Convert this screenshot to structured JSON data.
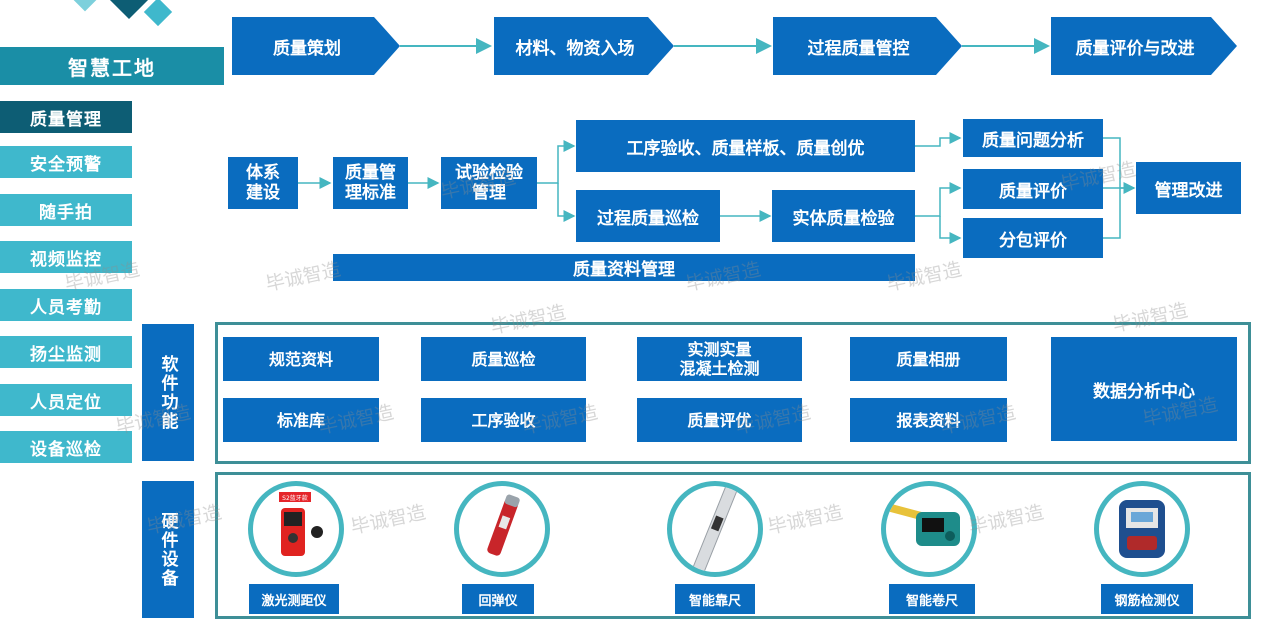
{
  "brand": {
    "title": "智慧工地"
  },
  "sidebar": {
    "items": [
      {
        "label": "质量管理"
      },
      {
        "label": "安全预警"
      },
      {
        "label": "随手拍"
      },
      {
        "label": "视频监控"
      },
      {
        "label": "人员考勤"
      },
      {
        "label": "扬尘监测"
      },
      {
        "label": "人员定位"
      },
      {
        "label": "设备巡检"
      }
    ]
  },
  "process": {
    "steps": [
      {
        "label": "质量策划"
      },
      {
        "label": "材料、物资入场"
      },
      {
        "label": "过程质量管控"
      },
      {
        "label": "质量评价与改进"
      }
    ]
  },
  "flow": {
    "system": "体系\n建设",
    "standard": "质量管\n理标准",
    "testing": "试验检验\n管理",
    "acceptance": "工序验收、质量样板、质量创优",
    "patrol": "过程质量巡检",
    "entity": "实体质量检验",
    "problem": "质量问题分析",
    "evaluation": "质量评价",
    "subcontract": "分包评价",
    "improvement": "管理改进",
    "documents": "质量资料管理"
  },
  "software": {
    "label": "软件功能",
    "items": [
      {
        "label": "规范资料"
      },
      {
        "label": "质量巡检"
      },
      {
        "label": "实测实量\n混凝土检测"
      },
      {
        "label": "质量相册"
      },
      {
        "label": "标准库"
      },
      {
        "label": "工序验收"
      },
      {
        "label": "质量评优"
      },
      {
        "label": "报表资料"
      },
      {
        "label": "数据分析中心"
      }
    ]
  },
  "hardware": {
    "label": "硬件设备",
    "devices": [
      {
        "label": "激光测距仪",
        "icon": "laser-rangefinder-icon"
      },
      {
        "label": "回弹仪",
        "icon": "rebound-hammer-icon"
      },
      {
        "label": "智能靠尺",
        "icon": "smart-ruler-icon"
      },
      {
        "label": "智能卷尺",
        "icon": "smart-tape-measure-icon"
      },
      {
        "label": "钢筋检测仪",
        "icon": "rebar-detector-icon"
      }
    ],
    "device_screen_text": "S2蓝牙款"
  },
  "watermark": "毕诚智造",
  "colors": {
    "primary": "#0a6cbf",
    "teal": "#3fb8cc",
    "dark_teal": "#0d5d74",
    "arrow": "#45b6c0",
    "border": "#3e8f97"
  }
}
